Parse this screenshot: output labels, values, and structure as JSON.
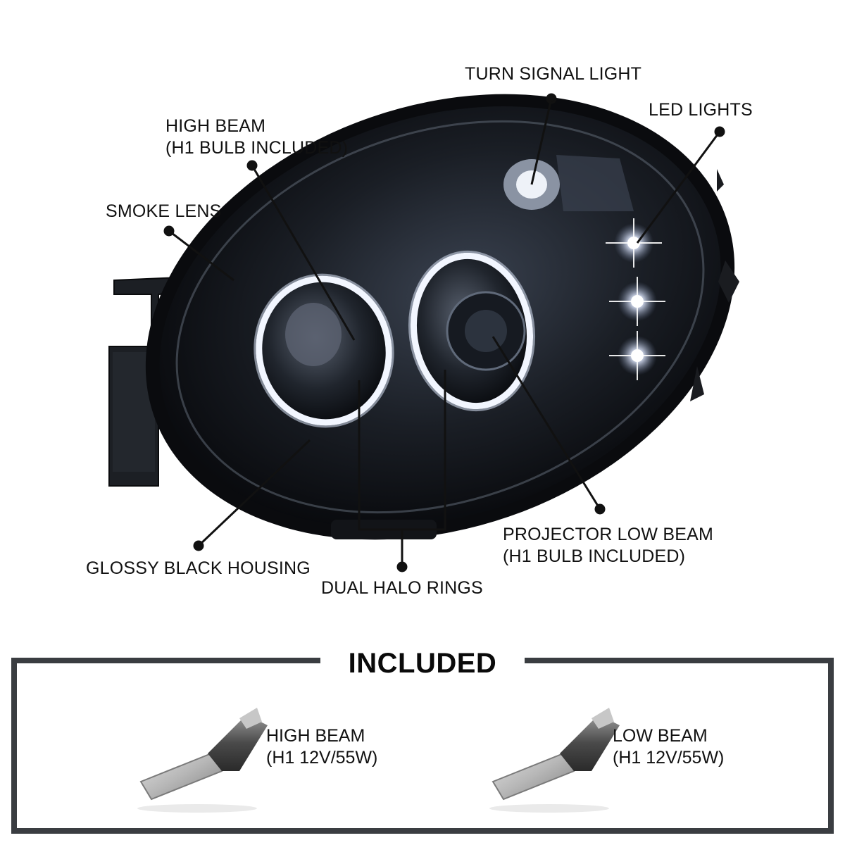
{
  "callouts": {
    "turn_signal": "TURN SIGNAL LIGHT",
    "led_lights": "LED LIGHTS",
    "high_beam_line1": "HIGH BEAM",
    "high_beam_line2": "(H1 BULB INCLUDED)",
    "smoke_lens": "SMOKE LENS",
    "projector_line1": "PROJECTOR LOW BEAM",
    "projector_line2": "(H1 BULB INCLUDED)",
    "glossy_housing": "GLOSSY BLACK HOUSING",
    "dual_halo": "DUAL HALO RINGS"
  },
  "included": {
    "title": "INCLUDED",
    "bulbs": [
      {
        "line1": "HIGH BEAM",
        "line2": "(H1 12V/55W)"
      },
      {
        "line1": "LOW BEAM",
        "line2": "(H1 12V/55W)"
      }
    ]
  },
  "colors": {
    "housing": "#0c0f14",
    "frame": "#3a3d41",
    "halo": "#f2f6ff",
    "text": "#111111"
  },
  "icons": [
    "headlight-illustration",
    "h1-bulb-icon"
  ]
}
